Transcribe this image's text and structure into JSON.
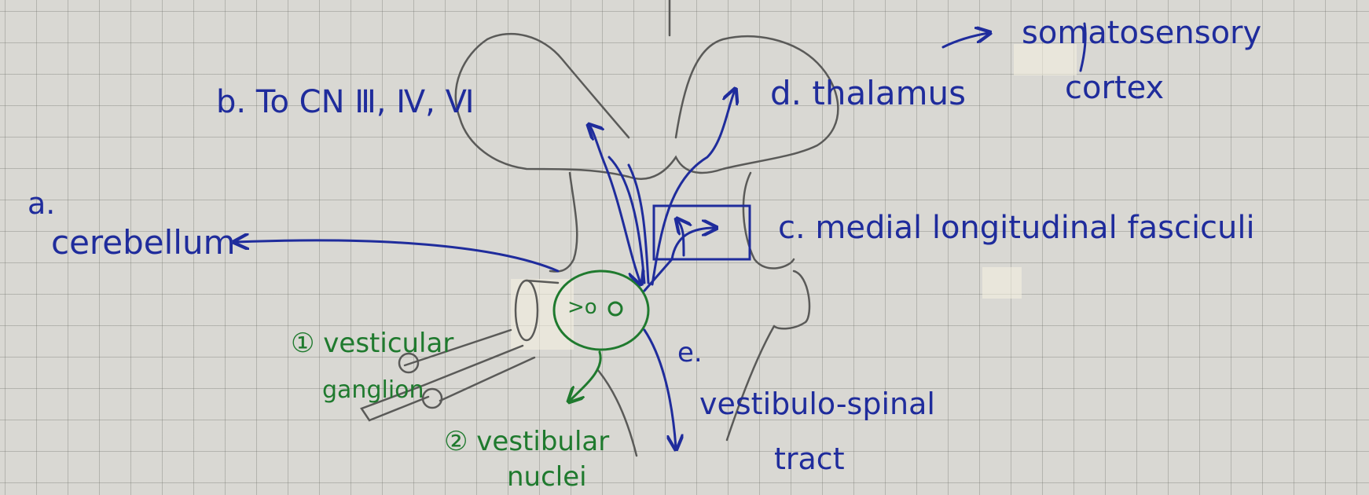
{
  "labels": {
    "somatosensory": "somatosensory",
    "cortex": "cortex",
    "to_cn": "b. To CN Ⅲ, Ⅳ, Ⅵ",
    "thalamus": "d. thalamus",
    "a": "a.",
    "cerebellum": "cerebellum",
    "mlf": "c. medial longitudinal fasciculi",
    "vestibular_ganglion_1": "① vesticular",
    "vestibular_ganglion_2": "ganglion",
    "e": "e.",
    "vestibulospinal_1": "vestibulo-spinal",
    "vestibulospinal_2": "tract",
    "vestibular_nuclei_1": "② vestibular",
    "vestibular_nuclei_2": "nuclei",
    "vn_symbol": ">o"
  },
  "colors": {
    "ink_blue": "#1f2c9c",
    "ink_green": "#1f7a2e",
    "pencil": "#5a5a58",
    "paper": "#d9d8d3"
  }
}
